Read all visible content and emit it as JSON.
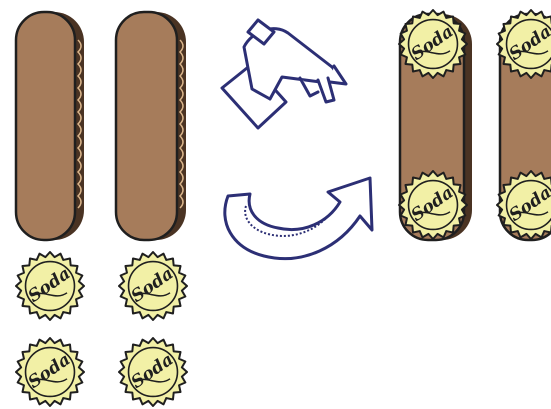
{
  "scene": {
    "cap_label": "Soda",
    "colors": {
      "cardboard": "#a67c5b",
      "cardboard_dark": "#4a3323",
      "cap_fill": "#f2f0a6",
      "outline": "#1f1f1f",
      "glue_gun_stroke": "#2c2f75",
      "arrow_stroke": "#2c2f75"
    },
    "icons": [
      "cardboard-strip",
      "bottle-cap",
      "glue-gun-icon",
      "curved-arrow-icon"
    ]
  }
}
